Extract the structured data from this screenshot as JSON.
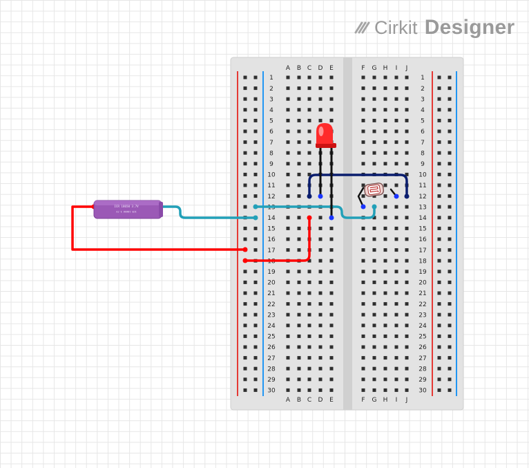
{
  "logo": {
    "brand": "Cirkit",
    "product": "Designer"
  },
  "breadboard": {
    "rows": 30,
    "left_columns": [
      "A",
      "B",
      "C",
      "D",
      "E"
    ],
    "right_columns": [
      "F",
      "G",
      "H",
      "I",
      "J"
    ],
    "colors": {
      "board": "#e3e3e3",
      "center_channel": "#cfcfcf",
      "hole": "#2f2f2f",
      "rail_positive": "#e53935",
      "rail_negative": "#2196f3"
    }
  },
  "components": {
    "battery": {
      "label": "18650 battery",
      "print": "ICR 18650 3.7V",
      "color": "#9b59b6"
    },
    "led": {
      "label": "red LED",
      "color": "#ff2a2a"
    },
    "photoresistor": {
      "label": "photoresistor"
    }
  },
  "wires": {
    "colors": {
      "red": "#ff0000",
      "teal": "#22a0b8",
      "navy": "#0b1e6e",
      "black": "#111111",
      "blue_pin": "#1a35ff"
    }
  }
}
